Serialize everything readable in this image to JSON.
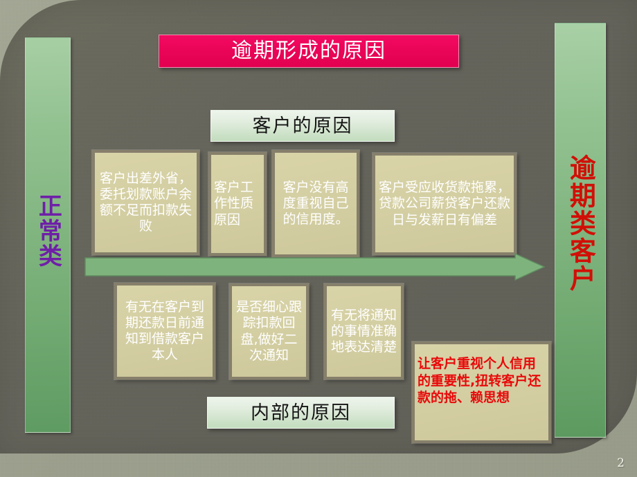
{
  "slide": {
    "page_number": "2",
    "title": "逾期形成的原因"
  },
  "left_bar": {
    "label": "正常类",
    "text_color": "#6f1fa8",
    "fill_color": "#7aaf78"
  },
  "right_bar": {
    "label": "逾期类客户",
    "text_color": "#d10f07",
    "fill_color": "#7aaf78"
  },
  "headers": {
    "customer": "客户的原因",
    "internal": "内部的原因"
  },
  "customer_reasons": [
    {
      "text": "客户出差外省，委托划款账户余额不足而扣款失败",
      "align": "center"
    },
    {
      "text": "客户工作性质原因",
      "align": "left"
    },
    {
      "text": "客户没有高度重视自己的信用度。",
      "align": "center"
    },
    {
      "text": "客户受应收货款拖累，贷款公司薪贷客户还款日与发薪日有偏差",
      "align": "center"
    }
  ],
  "internal_reasons": [
    {
      "text": "有无在客户到期还款日前通知到借款客户本人",
      "align": "center"
    },
    {
      "text": "是否细心跟踪扣款回盘,做好二次通知",
      "align": "center"
    },
    {
      "text": "有无将通知的事情准确地表达清楚",
      "align": "center"
    }
  ],
  "conclusion": {
    "text": "让客户重视个人信用的重要性,扭转客户还款的拖、赖思想",
    "text_color": "#e8090a"
  },
  "arrow": {
    "name": "right-arrow",
    "fill_color": "#7fb37d",
    "border_color": "#5f8a5f"
  },
  "colors": {
    "title_banner": "#ea0558",
    "panel": "#63635a",
    "background": "#9b9e8b",
    "tan_box": "#d3cea2",
    "tan_border": "#867f6a"
  }
}
